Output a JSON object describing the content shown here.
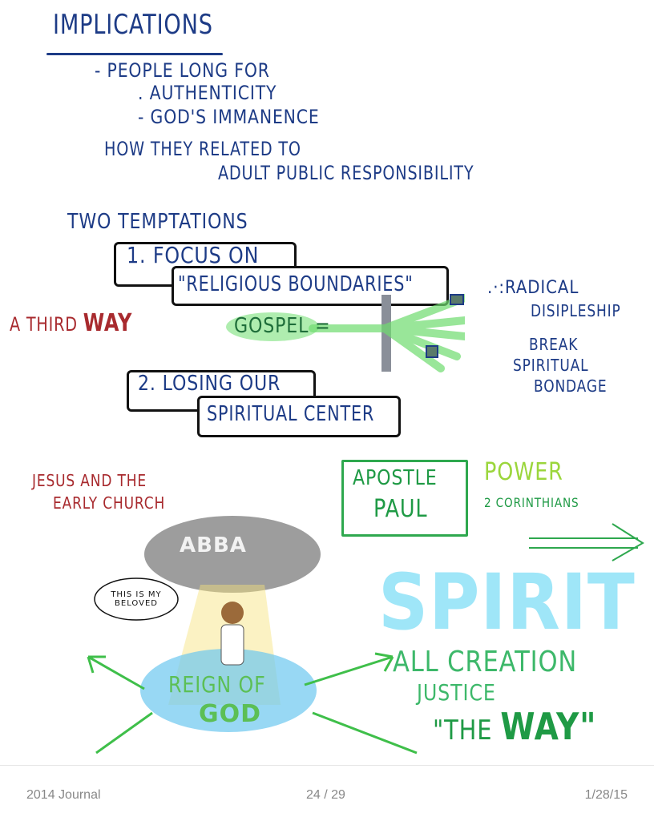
{
  "sketch": {
    "implications": {
      "title": "Implications",
      "lines": [
        "- People long for",
        ". Authenticity",
        "- God's immanence",
        "How they related to",
        "adult public responsibility"
      ]
    },
    "temptations": {
      "title": "Two temptations",
      "item1_line1": "1. Focus on",
      "item1_line2": "\"Religious boundaries\"",
      "item2_line1": "2. Losing our",
      "item2_line2": "spiritual center"
    },
    "third_way": {
      "prefix": "A third",
      "emph": "way"
    },
    "gospel": {
      "label": "Gospel =",
      "result1_line1": ".·:Radical",
      "result1_line2": "disipleship",
      "result2_line1": "Break",
      "result2_line2": "spiritual",
      "result2_line3": "bondage"
    },
    "jesus": {
      "line1": "Jesus and the",
      "line2": "Early Church"
    },
    "illustration": {
      "cloud": "ABBA",
      "speech": "This is my beloved",
      "water_line1": "Reign of",
      "water_line2": "God"
    },
    "paul": {
      "line1": "Apostle",
      "line2": "Paul",
      "power": "Power",
      "corinthians": "2 Corinthians"
    },
    "spirit": {
      "big": "Spirit",
      "line1": "All creation",
      "line2": "Justice",
      "way_prefix": "\"The",
      "way_emph": "Way\""
    },
    "colors": {
      "navy": "#1d3b86",
      "red": "#a82a2e",
      "green": "#2ea84e",
      "spirit_blue": "#9fe6f8"
    }
  },
  "footer": {
    "journal": "2014 Journal",
    "page": "24 / 29",
    "date": "1/28/15"
  }
}
